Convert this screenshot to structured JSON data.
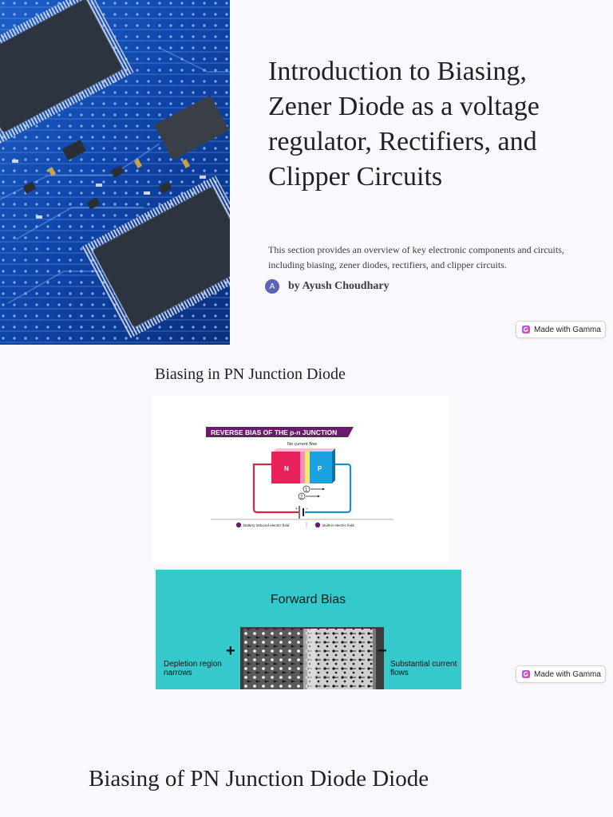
{
  "hero": {
    "title": "Introduction to Biasing, Zener Diode as a voltage regulator, Rectifiers, and Clipper Circuits",
    "description": "This section provides an overview of key electronic components and circuits, including biasing, zener diodes, rectifiers, and clipper circuits.",
    "author_initial": "A",
    "author": "by Ayush Choudhary"
  },
  "badge": {
    "label": "Made with Gamma"
  },
  "section2": {
    "heading": "Biasing in PN Junction Diode",
    "reverse_bias": {
      "title": "REVERSE BIAS OF THE p-n JUNCTION",
      "no_current": "No current flow",
      "n_label": "N",
      "p_label": "P",
      "marker1": "1",
      "marker2": "2",
      "legend1": "Battery induced electric field",
      "legend2": "Built-in electric field"
    },
    "forward_bias": {
      "title": "Forward Bias",
      "plus": "+",
      "minus": "−",
      "left_line1": "Depletion region",
      "left_line2": "narrows",
      "right_line1": "Substantial current",
      "right_line2": "flows"
    }
  },
  "section3": {
    "heading": "Biasing of PN Junction Diode Diode"
  },
  "colors": {
    "background": "#f8f8fd",
    "accent": "#5b63b7",
    "teal": "#35c9cb",
    "purple": "#6a1b6e"
  }
}
